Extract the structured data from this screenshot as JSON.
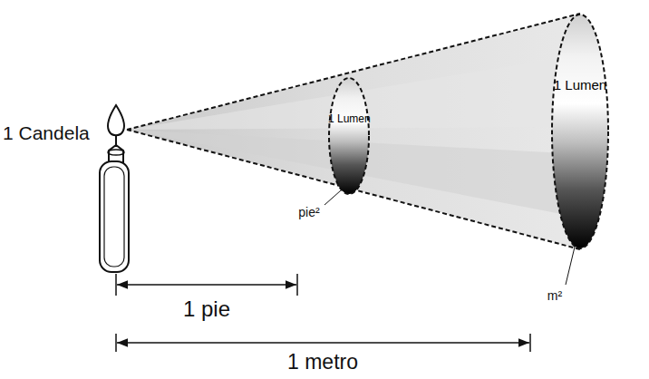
{
  "diagram": {
    "nodes": [
      {
        "text": [
          "1 Lumen"
        ]
      },
      {
        "text": [
          "1 Lumen"
        ]
      }
    ],
    "labels": [
      "1 Candela",
      "pie²",
      "m²",
      "1 pie",
      "1 metro"
    ]
  }
}
